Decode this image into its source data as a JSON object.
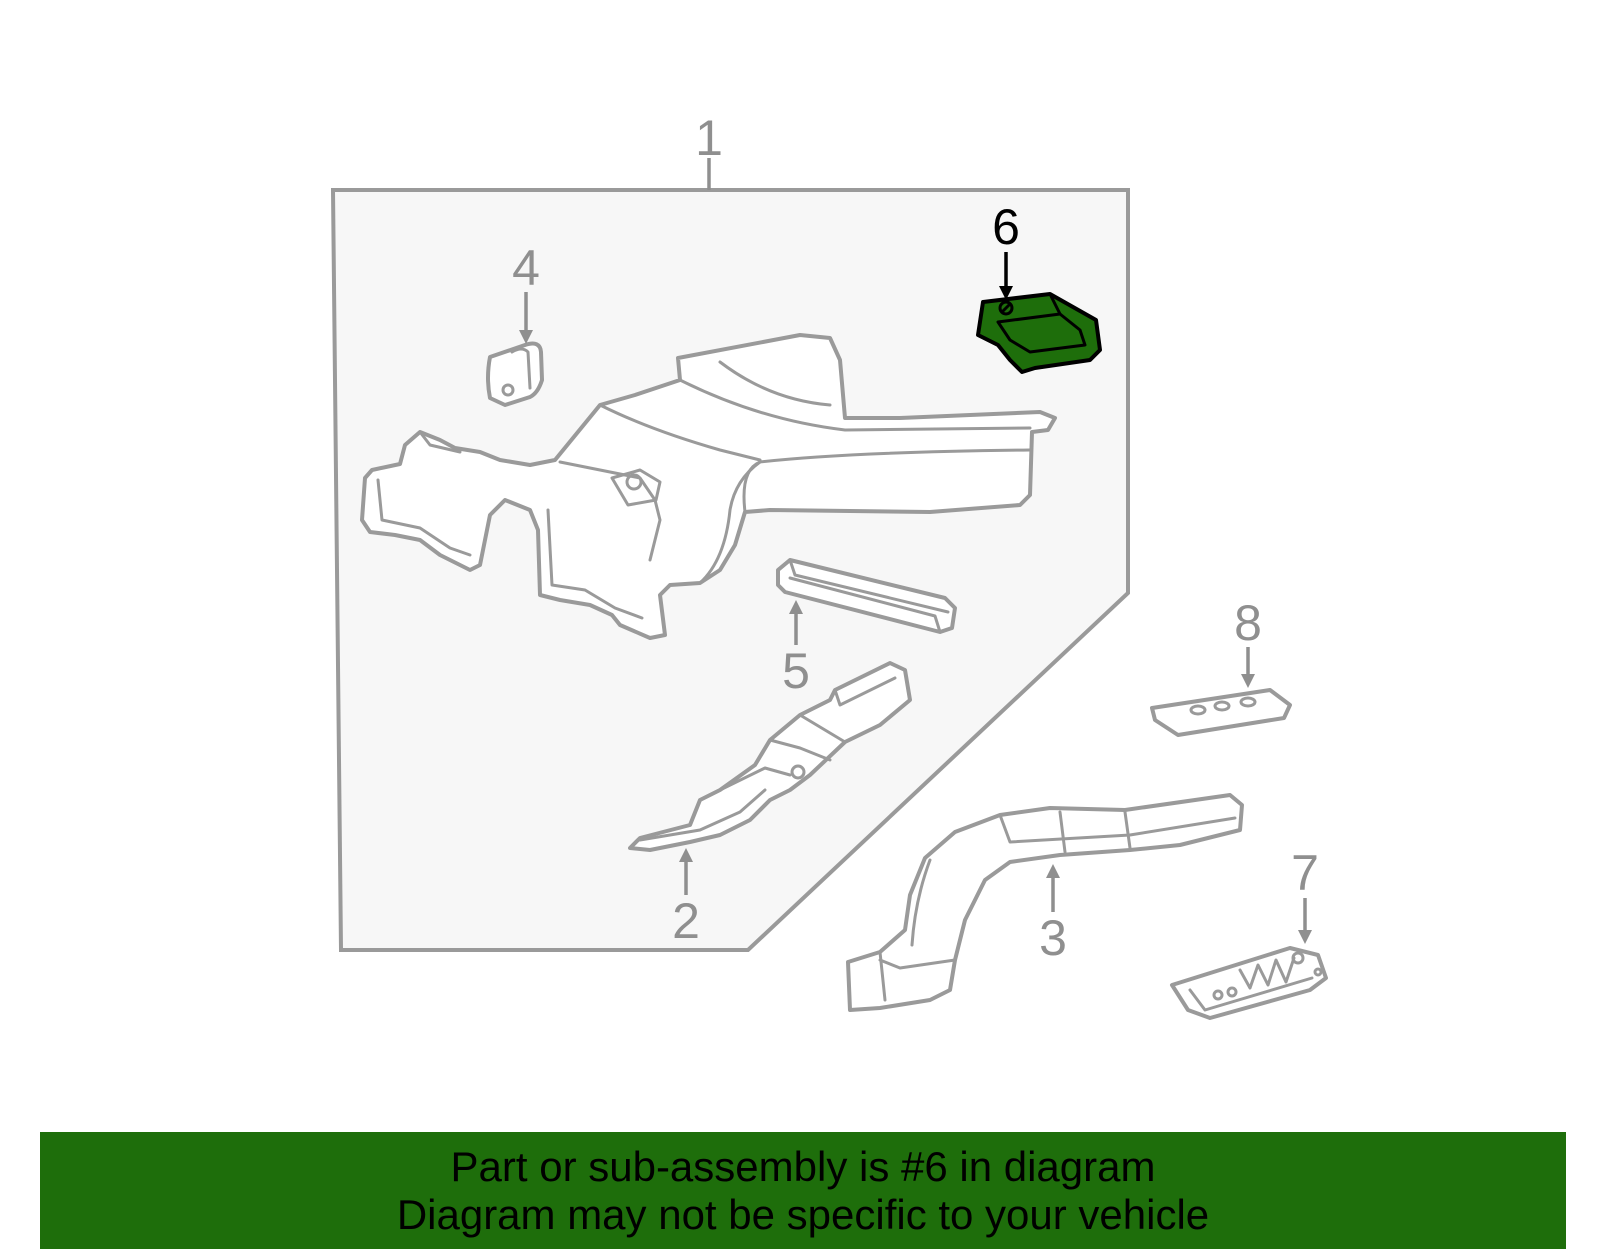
{
  "diagram": {
    "callouts": {
      "c1": "1",
      "c2": "2",
      "c3": "3",
      "c4": "4",
      "c5": "5",
      "c6": "6",
      "c7": "7",
      "c8": "8"
    },
    "highlighted_part": "6"
  },
  "banner": {
    "line1": "Part or sub-assembly is #6 in diagram",
    "line2": "Diagram may not be specific to your vehicle",
    "background": "#1e6e0b"
  },
  "colors": {
    "panel": "#f7f7f7",
    "outline": "#9a9a9a",
    "highlight": "#1e6e0b"
  }
}
